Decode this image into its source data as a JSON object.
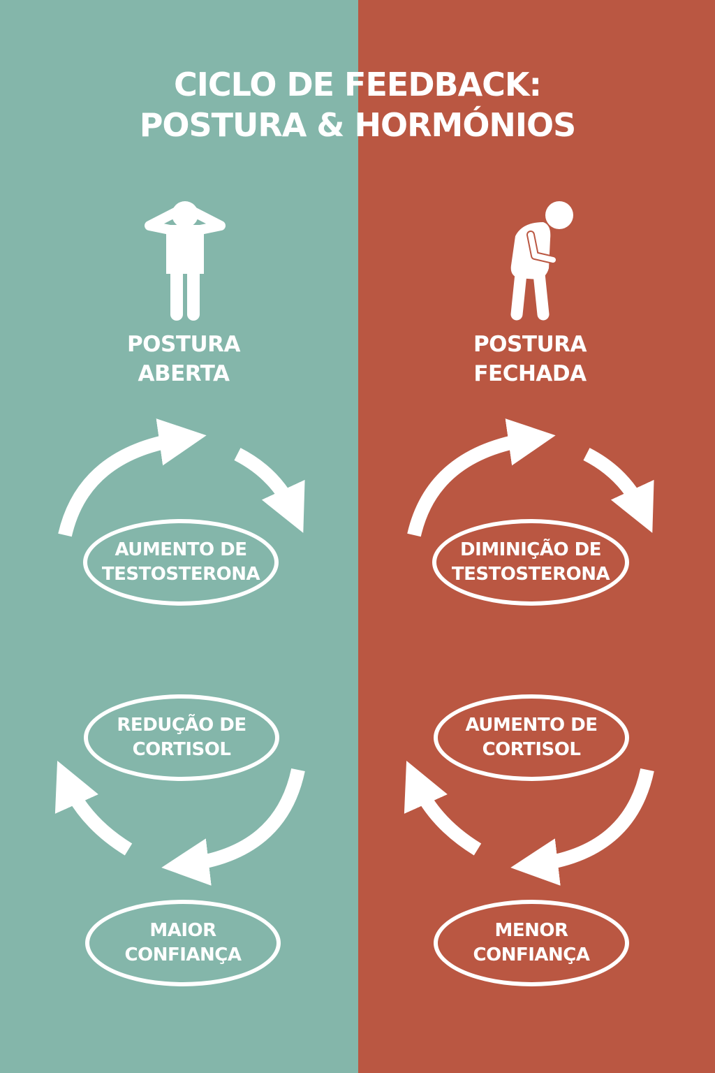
{
  "title": {
    "line1": "CICLO DE FEEDBACK:",
    "line2": "POSTURA & HORMÓNIOS"
  },
  "colors": {
    "left_panel": "#84b6aa",
    "right_panel": "#ba5742",
    "foreground": "#ffffff"
  },
  "left": {
    "icon": "open-posture-person-icon",
    "label_line1": "POSTURA",
    "label_line2": "ABERTA",
    "nodes": [
      {
        "line1": "AUMENTO DE",
        "line2": "TESTOSTERONA"
      },
      {
        "line1": "REDUÇÃO DE",
        "line2": "CORTISOL"
      },
      {
        "line1": "MAIOR",
        "line2": "CONFIANÇA"
      }
    ]
  },
  "right": {
    "icon": "closed-posture-person-icon",
    "label_line1": "POSTURA",
    "label_line2": "FECHADA",
    "nodes": [
      {
        "line1": "DIMINIÇÃO DE",
        "line2": "TESTOSTERONA"
      },
      {
        "line1": "AUMENTO DE",
        "line2": "CORTISOL"
      },
      {
        "line1": "MENOR",
        "line2": "CONFIANÇA"
      }
    ]
  }
}
